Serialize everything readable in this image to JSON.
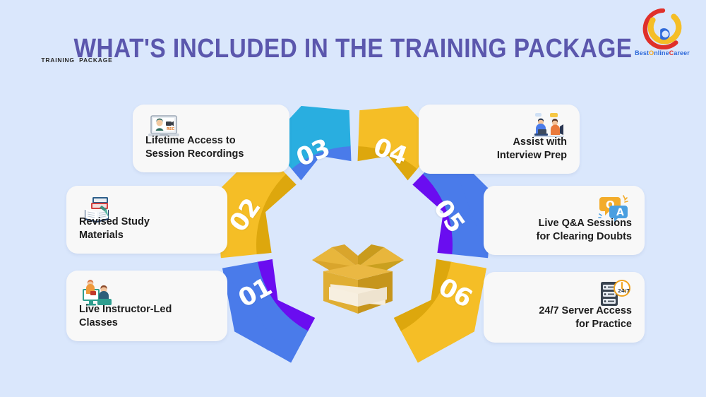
{
  "page": {
    "title": "What's Included in the Training Package",
    "background_color": "#dae7fc"
  },
  "logo": {
    "name": "bestonlinecareer-logo",
    "text_parts": [
      {
        "text": "Best",
        "color": "#2f6ad9"
      },
      {
        "text": "O",
        "color": "#f2a51c"
      },
      {
        "text": "nline",
        "color": "#2f6ad9"
      },
      {
        "text": "C",
        "color": "#e0302a"
      },
      {
        "text": "areer",
        "color": "#2f6ad9"
      }
    ],
    "colors": {
      "outer_ring": "#e0302a",
      "inner_ring": "#f5be26",
      "letter": "#2f6ad9"
    }
  },
  "wheel": {
    "center_box_label_line1": "TRAINING",
    "center_box_label_line2": "PACKAGE",
    "segments": [
      {
        "number": "01",
        "color": "#4a7bea",
        "accent_color": "#6a0df0",
        "label": "Live Instructor-Led Classes"
      },
      {
        "number": "02",
        "color": "#f5be26",
        "accent_color": "#dda70d",
        "label": "Revised Study Materials"
      },
      {
        "number": "03",
        "color": "#29aee0",
        "accent_color": "#4a7bea",
        "label": "Lifetime Access to Session Recordings"
      },
      {
        "number": "04",
        "color": "#f5be26",
        "accent_color": "#dda70d",
        "label": "Assist with Interview Prep"
      },
      {
        "number": "05",
        "color": "#4a7bea",
        "accent_color": "#6a0df0",
        "label": "Live Q&A Sessions for Clearing Doubts"
      },
      {
        "number": "06",
        "color": "#f5be26",
        "accent_color": "#dda70d",
        "label": "24/7 Server Access for Practice"
      }
    ]
  },
  "cards": [
    {
      "id": "card1",
      "number": "03",
      "icon": "laptop-recording-icon",
      "text": "Lifetime Access to\nSession Recordings",
      "align": "left"
    },
    {
      "id": "card2",
      "number": "02",
      "icon": "open-book-icon",
      "text": "Revised Study\nMaterials",
      "align": "left"
    },
    {
      "id": "card3",
      "number": "01",
      "icon": "online-class-icon",
      "text": "Live Instructor-Led\nClasses",
      "align": "left"
    },
    {
      "id": "card4",
      "number": "04",
      "icon": "interview-prep-icon",
      "text": "Assist with\nInterview Prep",
      "align": "right"
    },
    {
      "id": "card5",
      "number": "05",
      "icon": "qa-bubbles-icon",
      "text": "Live Q&A Sessions\nfor Clearing Doubts",
      "align": "right"
    },
    {
      "id": "card6",
      "number": "06",
      "icon": "server-clock-icon",
      "text": "24/7 Server Access\nfor  Practice",
      "align": "right"
    }
  ]
}
